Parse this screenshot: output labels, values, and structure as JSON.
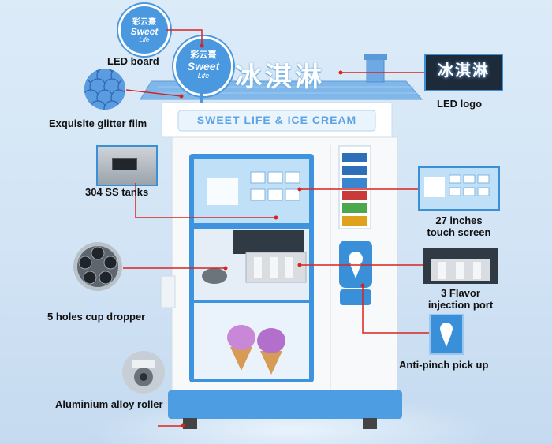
{
  "machine": {
    "brand_badge": {
      "line1": "彩云熹",
      "line2": "Sweet",
      "line3": "Life"
    },
    "logo_text": "冰淇淋",
    "sign_text": "SWEET LIFE & ICE CREAM"
  },
  "callouts": {
    "led_board": "LED board",
    "glitter_film": "Exquisite glitter film",
    "ss_tanks": "304 SS tanks",
    "cup_dropper": "5 holes cup dropper",
    "roller": "Aluminium alloy roller",
    "led_logo": "LED logo",
    "touch_screen_line1": "27 inches",
    "touch_screen_line2": "touch screen",
    "flavor_line1": "3 Flavor",
    "flavor_line2": "injection port",
    "pick_up": "Anti-pinch pick up"
  },
  "colors": {
    "accent_blue": "#3a8fd9",
    "callout_red": "#d9241d"
  }
}
